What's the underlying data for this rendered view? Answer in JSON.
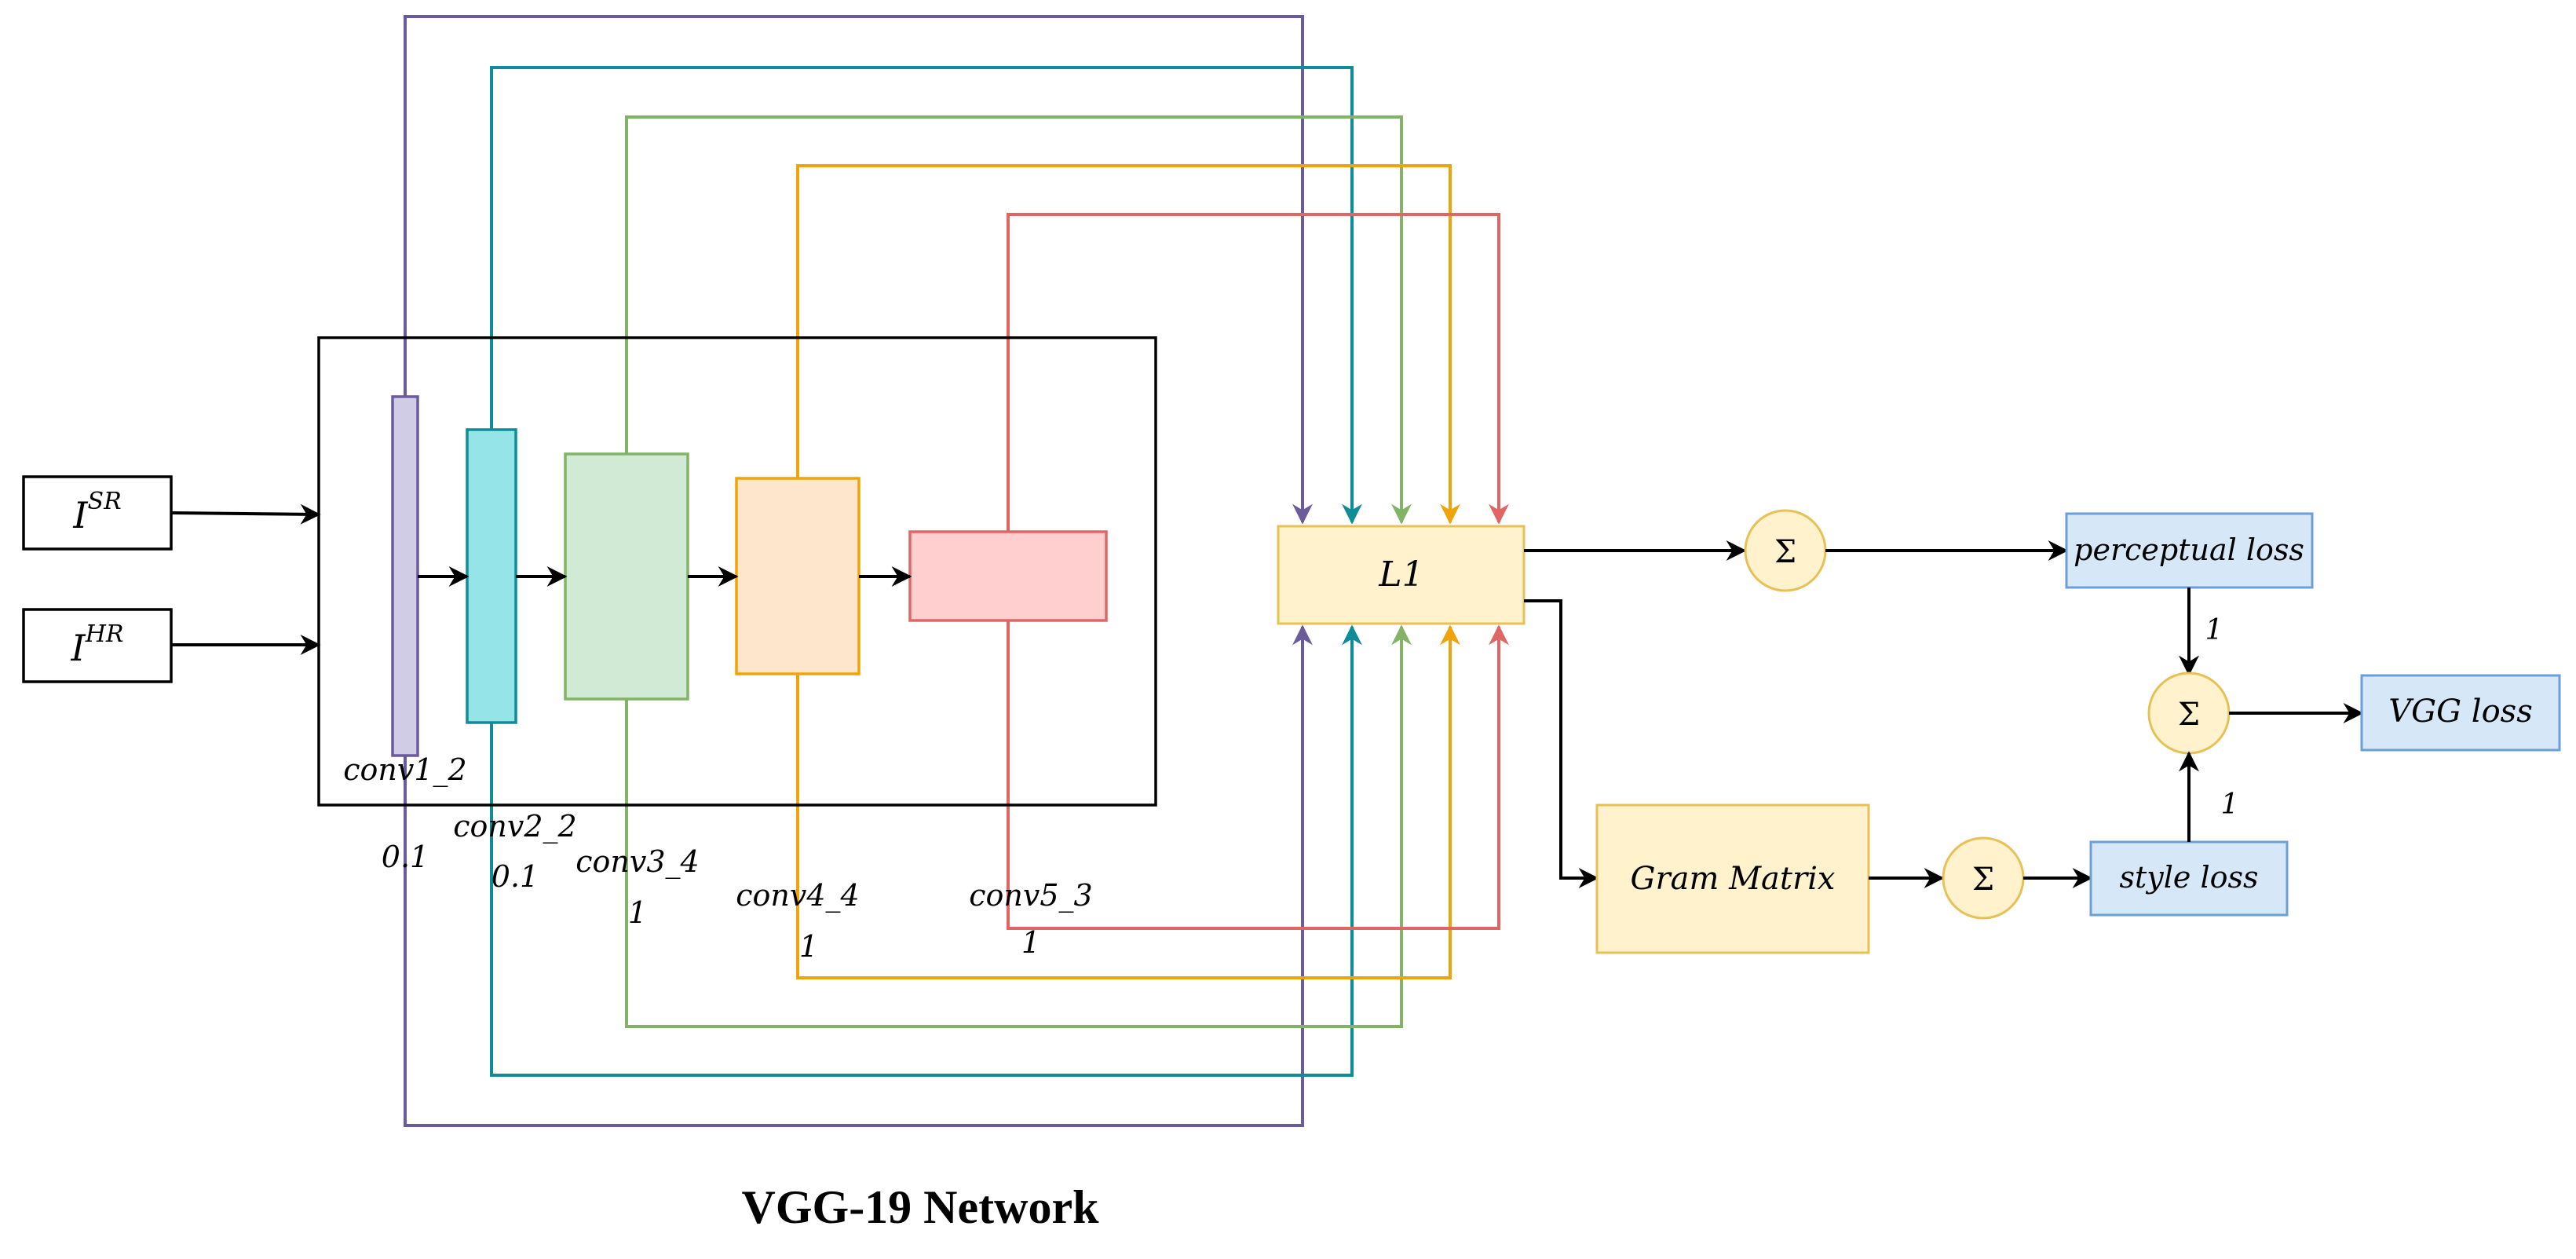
{
  "inputs": {
    "sr": {
      "base": "I",
      "sup": "SR"
    },
    "hr": {
      "base": "I",
      "sup": "HR"
    }
  },
  "layers": [
    {
      "name": "conv1_2",
      "weight": "0.1",
      "color": "#6b5a9c",
      "fill": "#d0cce6"
    },
    {
      "name": "conv2_2",
      "weight": "0.1",
      "color": "#0e8d99",
      "fill": "#95e4e8"
    },
    {
      "name": "conv3_4",
      "weight": "1",
      "color": "#82b366",
      "fill": "#d0ead5"
    },
    {
      "name": "conv4_4",
      "weight": "1",
      "color": "#f0a30a",
      "fill": "#fde6cb"
    },
    {
      "name": "conv5_3",
      "weight": "1",
      "color": "#e06666",
      "fill": "#ffcfcf"
    }
  ],
  "network_label": "VGG-19 Network",
  "l1_label": "L1",
  "gram_label": "Gram Matrix",
  "sum_symbol": "Σ",
  "perceptual_loss_label": "perceptual loss",
  "style_loss_label": "style loss",
  "vgg_loss_label": "VGG loss",
  "perceptual_weight": "1",
  "style_weight": "1",
  "colors": {
    "node_fill_yellow": "#fff2cc",
    "node_stroke_yellow": "#e7c155",
    "loss_fill_blue": "#d6e8f8",
    "loss_stroke_blue": "#6c9ed8",
    "arrow": "#000000"
  }
}
